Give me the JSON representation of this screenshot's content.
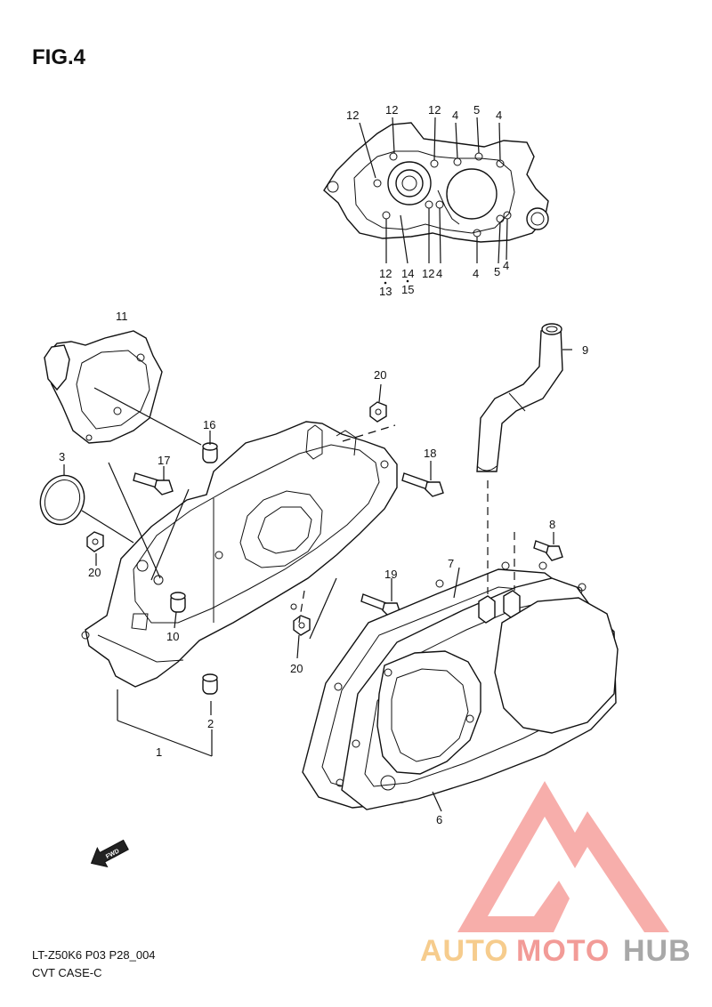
{
  "figure": {
    "title": "FIG.4"
  },
  "footer": {
    "code": "LT-Z50K6 P03 P28_004",
    "name": "CVT CASE-C"
  },
  "fwd_label": "FWD",
  "watermark": {
    "word_1": "AUTO",
    "word_2": "MOTO",
    "word_3": "HUB",
    "color_auto": "#f5c47a",
    "color_moto": "#f08a86",
    "color_hub": "#9a9a9a",
    "triangle_color": "#f6a09c"
  },
  "callouts": {
    "inset": {
      "c12a": "12",
      "c12b": "12",
      "c12c": "12",
      "c4a": "4",
      "c5a": "5",
      "c4b": "4",
      "c12d": "12",
      "c13": "13",
      "c14": "14",
      "c15": "15",
      "c12e": "12",
      "c4c": "4",
      "c4d": "4",
      "c5b": "5",
      "c4e": "4"
    },
    "main": {
      "c11": "11",
      "c9": "9",
      "c20a": "20",
      "c16": "16",
      "c3": "3",
      "c17": "17",
      "c18": "18",
      "c8": "8",
      "c20b": "20",
      "c7": "7",
      "c19": "19",
      "c10": "10",
      "c20c": "20",
      "c2": "2",
      "c1": "1",
      "c6": "6"
    }
  }
}
